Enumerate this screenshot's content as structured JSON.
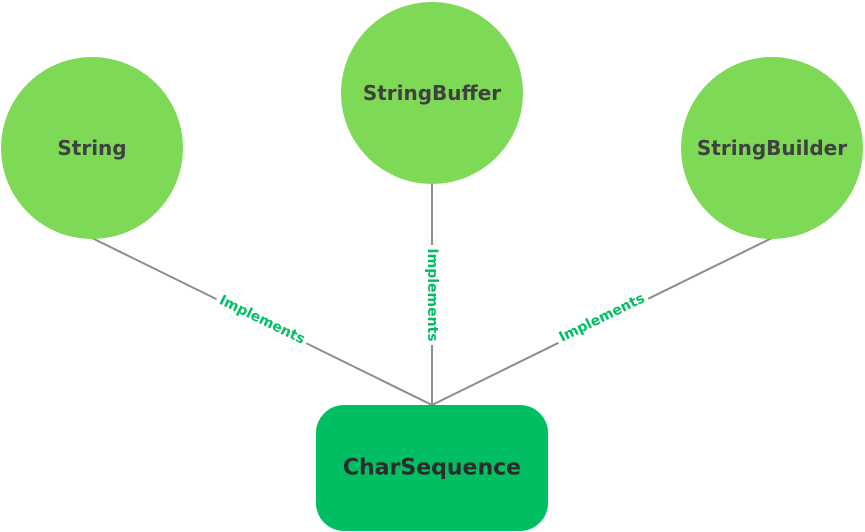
{
  "colors": {
    "circle_fill": "#7ed957",
    "root_fill": "#00bf63",
    "line": "#8c8c8c",
    "label": "#00bf63",
    "node_text": "#404040",
    "root_text": "#2b2b2b"
  },
  "nodes": {
    "string": {
      "label": "String"
    },
    "string_buffer": {
      "label": "StringBuffer"
    },
    "string_builder": {
      "label": "StringBuilder"
    },
    "char_sequence": {
      "label": "CharSequence"
    }
  },
  "edges": {
    "string": {
      "label": "Implements"
    },
    "string_buffer": {
      "label": "Implements"
    },
    "string_builder": {
      "label": "Implements"
    }
  }
}
